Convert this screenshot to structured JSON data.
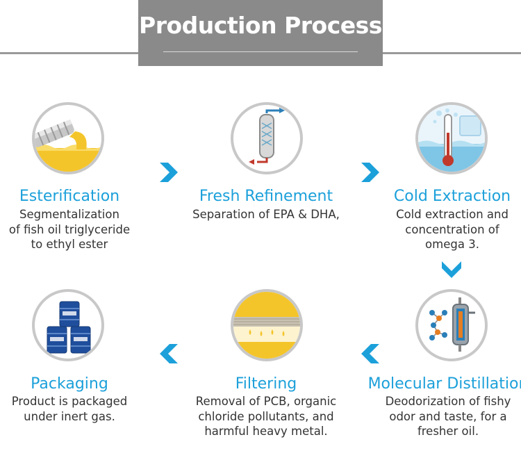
{
  "header": {
    "title": "Production Process"
  },
  "colors": {
    "accent": "#1ca0da",
    "header_bg": "#8a8a8a",
    "ring": "#c8c8c8"
  },
  "steps": [
    {
      "title": "Esterification",
      "description": "Segmentalization\nof fish oil triglyceride\nto ethyl ester",
      "icon": "pipe-pouring-oil-icon"
    },
    {
      "title": "Fresh Refinement",
      "description": "Separation of EPA & DHA,",
      "icon": "refinement-column-icon"
    },
    {
      "title": "Cold Extraction",
      "description": "Cold extraction and\nconcentration of\nomega 3.",
      "icon": "thermometer-ice-icon"
    },
    {
      "title": "Molecular Distillation",
      "description": "Deodorization of fishy\nodor and taste, for a\nfresher oil.",
      "icon": "molecular-distiller-icon"
    },
    {
      "title": "Filtering",
      "description": "Removal of PCB, organic\nchloride pollutants, and\nharmful heavy metal.",
      "icon": "filter-membrane-icon"
    },
    {
      "title": "Packaging",
      "description": "Product is packaged\nunder inert gas.",
      "icon": "stacked-drums-icon"
    }
  ]
}
